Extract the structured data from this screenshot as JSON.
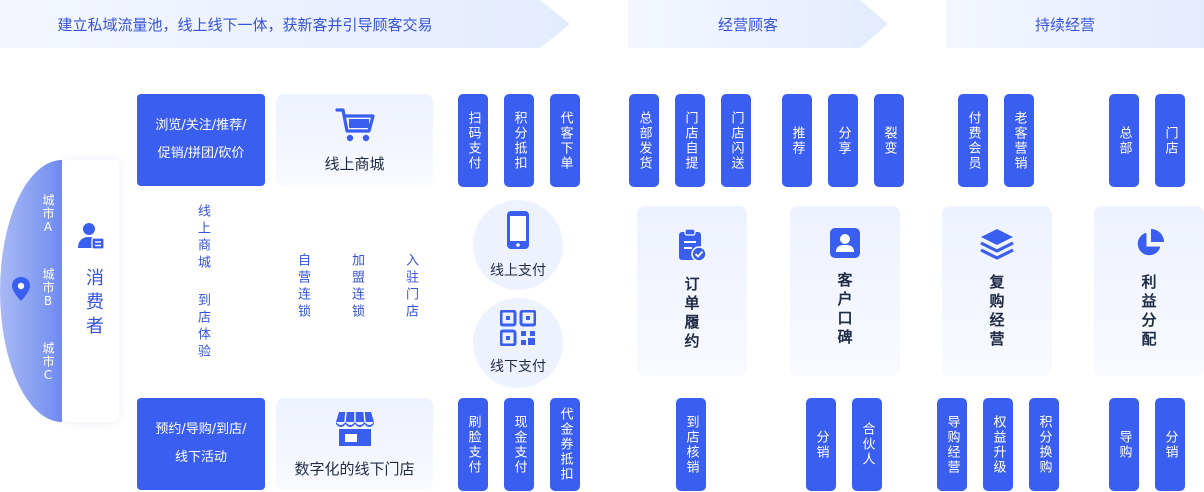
{
  "colors": {
    "primary": "#3a5ef0",
    "primary_text": "#3553d9",
    "tile_bg": "#eef2ff"
  },
  "banners": [
    {
      "text": "建立私域流量池，线上线下一体，获新客并引导顾客交易"
    },
    {
      "text": "经营顾客"
    },
    {
      "text": "持续经营"
    }
  ],
  "consumer": {
    "label": "消费者",
    "icon": "user-card-icon",
    "cities": [
      "城市A",
      "城市B",
      "城市C"
    ],
    "pin_icon": "location-pin-icon"
  },
  "left_boxes": {
    "top_text_1": "浏览/关注/推荐/",
    "top_text_2": "促销/拼团/砍价",
    "bottom_text_1": "预约/导购/到店/",
    "bottom_text_2": "线下活动"
  },
  "channels": {
    "online_mall": {
      "label": "线上商城",
      "icon": "shopping-cart-icon"
    },
    "offline_store": {
      "label": "数字化的线下门店",
      "icon": "storefront-icon"
    }
  },
  "middle_texts": {
    "online_mall_v": "线上商城",
    "to_store_v": "到店体验",
    "self_chain": "自营连锁",
    "franchise_chain": "加盟连锁",
    "stationed_store": "入驻门店"
  },
  "pay": {
    "online": {
      "label": "线上支付",
      "icon": "phone-icon"
    },
    "offline": {
      "label": "线下支付",
      "icon": "qr-code-icon"
    }
  },
  "top_pills_group1": [
    "扫码支付",
    "积分抵扣",
    "代客下单"
  ],
  "bottom_pills_group1": [
    "刷脸支付",
    "现金支付",
    "代金券抵扣"
  ],
  "top_pills_group2": [
    "总部发货",
    "门店自提",
    "门店闪送"
  ],
  "top_pills_group3": [
    "推荐",
    "分享",
    "裂变"
  ],
  "top_pills_group4": [
    "付费会员",
    "老客营销"
  ],
  "top_pills_group5": [
    "总部",
    "门店"
  ],
  "bottom_pills_group2": [
    "到店核销"
  ],
  "bottom_pills_group3": [
    "分销",
    "合伙人"
  ],
  "bottom_pills_group4": [
    "导购经营",
    "权益升级",
    "积分换购"
  ],
  "bottom_pills_group5": [
    "导购",
    "分销"
  ],
  "tall_tiles": [
    {
      "label": "订单履约",
      "icon": "clipboard-check-icon"
    },
    {
      "label": "客户口碑",
      "icon": "profile-card-icon"
    },
    {
      "label": "复购经营",
      "icon": "layers-icon"
    },
    {
      "label": "利益分配",
      "icon": "pie-chart-icon"
    }
  ]
}
